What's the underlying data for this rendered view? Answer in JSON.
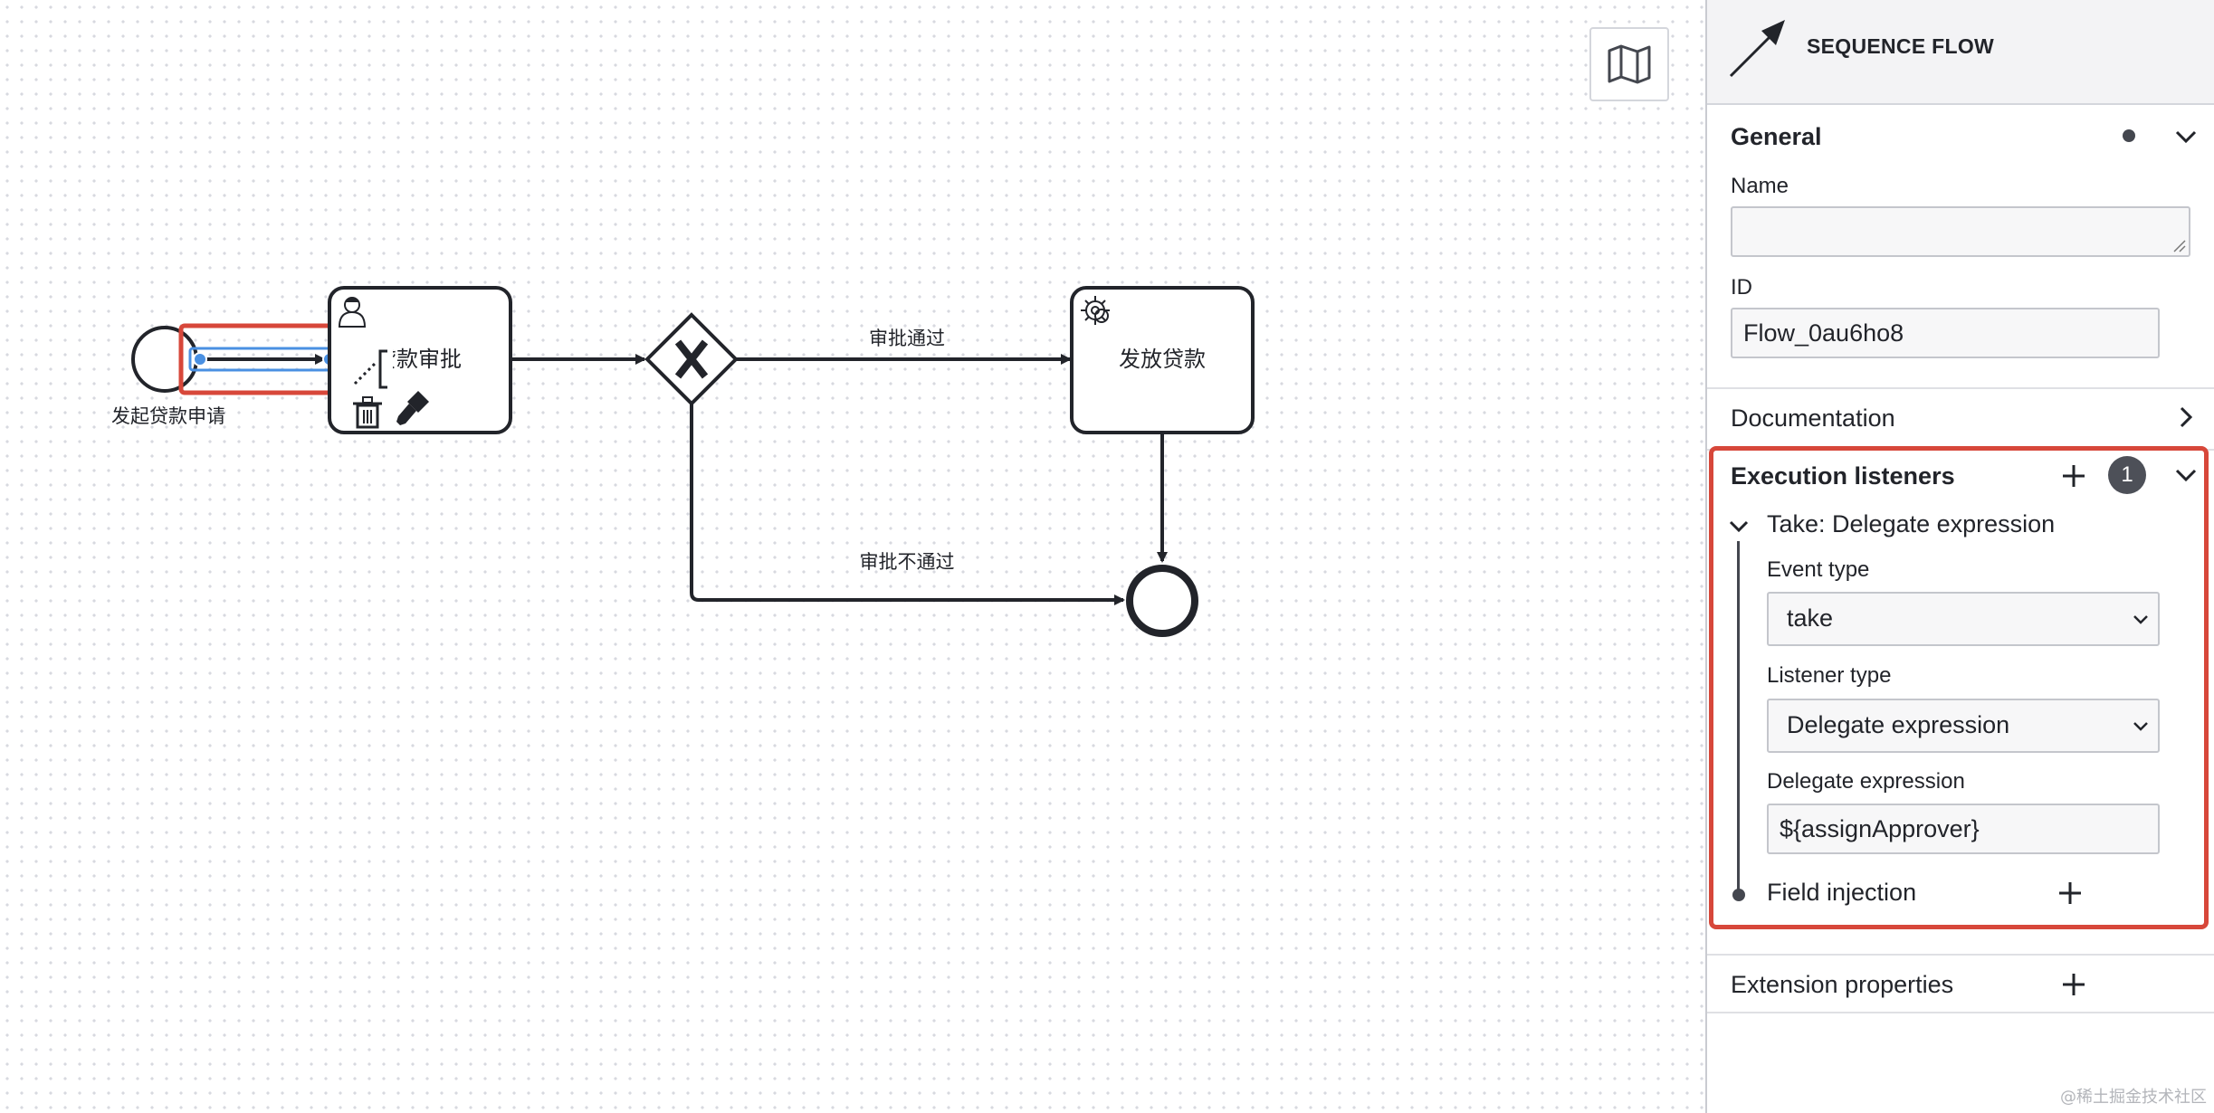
{
  "canvas": {
    "nodes": {
      "start_event_label": "发起贷款申请",
      "approval_task_label": "贷款审批",
      "release_task_label": "发放贷款"
    },
    "flows": {
      "approved_label": "审批通过",
      "rejected_label": "审批不通过"
    }
  },
  "panel": {
    "header_title": "SEQUENCE FLOW",
    "general": {
      "title": "General",
      "name_label": "Name",
      "name_value": "",
      "id_label": "ID",
      "id_value": "Flow_0au6ho8"
    },
    "documentation": {
      "title": "Documentation"
    },
    "execution_listeners": {
      "title": "Execution listeners",
      "count": "1",
      "listener": {
        "title": "Take: Delegate expression",
        "event_type_label": "Event type",
        "event_type_value": "take",
        "listener_type_label": "Listener type",
        "listener_type_value": "Delegate expression",
        "delegate_expression_label": "Delegate expression",
        "delegate_expression_value": "${assignApprover}",
        "field_injection_label": "Field injection"
      }
    },
    "extension_properties": {
      "title": "Extension properties"
    }
  },
  "watermark": "@稀土掘金技术社区",
  "colors": {
    "accent_red": "#d7473a",
    "selection_blue": "#4a90e2",
    "stroke": "#22242a",
    "badge": "#4d5058"
  }
}
